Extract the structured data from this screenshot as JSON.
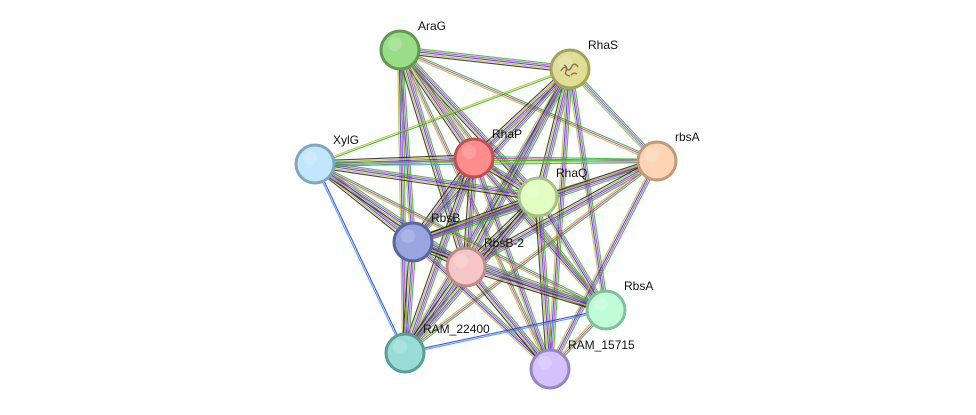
{
  "network": {
    "nodes": [
      {
        "id": "AraG",
        "label": "AraG",
        "fill": "#99dd88",
        "stroke": "#5f9a50"
      },
      {
        "id": "RhaS",
        "label": "RhaS",
        "fill": "#dede95",
        "stroke": "#a3a35a",
        "has_structure": true
      },
      {
        "id": "RhaP",
        "label": "RhaP",
        "fill": "#ff8c8c",
        "stroke": "#c05050"
      },
      {
        "id": "XylG",
        "label": "XylG",
        "fill": "#c2e6fb",
        "stroke": "#7fa6c2"
      },
      {
        "id": "rbsA",
        "label": "rbsA",
        "fill": "#fdd5b5",
        "stroke": "#c39a78"
      },
      {
        "id": "RhaQ",
        "label": "RhaQ",
        "fill": "#e2fdc0",
        "stroke": "#a5c284"
      },
      {
        "id": "RbsB",
        "label": "RbsB",
        "fill": "#9aa4de",
        "stroke": "#5a64a0"
      },
      {
        "id": "RbsB-2",
        "label": "RbsB-2",
        "fill": "#f6c6c6",
        "stroke": "#c08a8a"
      },
      {
        "id": "RbsA",
        "label": "RbsA",
        "fill": "#c0fcd7",
        "stroke": "#80c09a"
      },
      {
        "id": "RAM_22400",
        "label": "RAM_22400",
        "fill": "#97ddd5",
        "stroke": "#5a9e96"
      },
      {
        "id": "RAM_15715",
        "label": "RAM_15715",
        "fill": "#d3c2fc",
        "stroke": "#9585c0"
      }
    ],
    "edges": [
      {
        "source": "AraG",
        "target": "RhaS",
        "colors": [
          "#22bb22",
          "#cc33cc",
          "#3333dd",
          "#bbbb22",
          "#222222"
        ]
      },
      {
        "source": "AraG",
        "target": "RhaP",
        "colors": [
          "#22bb22",
          "#cc33cc",
          "#3333dd",
          "#bbbb22",
          "#222222"
        ]
      },
      {
        "source": "AraG",
        "target": "RhaQ",
        "colors": [
          "#22bb22",
          "#cc33cc",
          "#3333dd",
          "#bbbb22",
          "#222222"
        ]
      },
      {
        "source": "AraG",
        "target": "RbsB",
        "colors": [
          "#22bb22",
          "#cc33cc",
          "#3333dd",
          "#bbbb22"
        ]
      },
      {
        "source": "AraG",
        "target": "RbsB-2",
        "colors": [
          "#22bb22",
          "#cc33cc",
          "#3333dd",
          "#bbbb22",
          "#222222"
        ]
      },
      {
        "source": "AraG",
        "target": "RAM_22400",
        "colors": [
          "#22bb22",
          "#cc33cc",
          "#3333dd",
          "#bbbb22"
        ]
      },
      {
        "source": "AraG",
        "target": "rbsA",
        "colors": [
          "#22bb22",
          "#cc33cc",
          "#bbbb22"
        ]
      },
      {
        "source": "AraG",
        "target": "RbsA",
        "colors": [
          "#22bb22",
          "#cc33cc",
          "#bbbb22"
        ]
      },
      {
        "source": "AraG",
        "target": "RAM_15715",
        "colors": [
          "#22bb22",
          "#cc33cc",
          "#bbbb22"
        ]
      },
      {
        "source": "RhaS",
        "target": "RhaP",
        "colors": [
          "#22bb22",
          "#cc33cc",
          "#3333dd",
          "#bbbb22",
          "#222222"
        ]
      },
      {
        "source": "RhaS",
        "target": "RhaQ",
        "colors": [
          "#22bb22",
          "#cc33cc",
          "#3333dd",
          "#bbbb22",
          "#222222"
        ]
      },
      {
        "source": "RhaS",
        "target": "XylG",
        "colors": [
          "#22bb22",
          "#bbbb22"
        ]
      },
      {
        "source": "RhaS",
        "target": "rbsA",
        "colors": [
          "#22bb22",
          "#cc33cc",
          "#3399dd",
          "#bbbb22"
        ]
      },
      {
        "source": "RhaS",
        "target": "RbsB",
        "colors": [
          "#22bb22",
          "#cc33cc",
          "#3333dd",
          "#bbbb22"
        ]
      },
      {
        "source": "RhaS",
        "target": "RbsB-2",
        "colors": [
          "#22bb22",
          "#cc33cc",
          "#3333dd",
          "#bbbb22",
          "#222222"
        ]
      },
      {
        "source": "RhaS",
        "target": "RbsA",
        "colors": [
          "#22bb22",
          "#cc33cc",
          "#3333dd",
          "#bbbb22"
        ]
      },
      {
        "source": "RhaS",
        "target": "RAM_22400",
        "colors": [
          "#22bb22",
          "#cc33cc",
          "#3333dd",
          "#bbbb22"
        ]
      },
      {
        "source": "RhaS",
        "target": "RAM_15715",
        "colors": [
          "#22bb22",
          "#cc33cc",
          "#3333dd",
          "#bbbb22"
        ]
      },
      {
        "source": "RhaP",
        "target": "XylG",
        "colors": [
          "#22bb22",
          "#cc33cc",
          "#3333dd",
          "#bbbb22",
          "#222222"
        ]
      },
      {
        "source": "RhaP",
        "target": "RhaQ",
        "colors": [
          "#22bb22",
          "#cc33cc",
          "#3333dd",
          "#bbbb22",
          "#222222"
        ]
      },
      {
        "source": "RhaP",
        "target": "rbsA",
        "colors": [
          "#22bb22",
          "#cc33cc",
          "#bbbb22"
        ]
      },
      {
        "source": "RhaP",
        "target": "RbsB",
        "colors": [
          "#22bb22",
          "#cc33cc",
          "#3333dd",
          "#bbbb22",
          "#222222"
        ]
      },
      {
        "source": "RhaP",
        "target": "RbsB-2",
        "colors": [
          "#22bb22",
          "#cc33cc",
          "#3333dd",
          "#bbbb22",
          "#222222"
        ]
      },
      {
        "source": "RhaP",
        "target": "RbsA",
        "colors": [
          "#22bb22",
          "#cc33cc",
          "#3333dd",
          "#bbbb22"
        ]
      },
      {
        "source": "RhaP",
        "target": "RAM_22400",
        "colors": [
          "#22bb22",
          "#cc33cc",
          "#3333dd",
          "#bbbb22",
          "#222222"
        ]
      },
      {
        "source": "RhaP",
        "target": "RAM_15715",
        "colors": [
          "#22bb22",
          "#cc33cc",
          "#3333dd",
          "#bbbb22"
        ]
      },
      {
        "source": "XylG",
        "target": "rbsA",
        "colors": [
          "#22bb22",
          "#bbbb22",
          "#3399dd"
        ]
      },
      {
        "source": "XylG",
        "target": "RhaQ",
        "colors": [
          "#22bb22",
          "#cc33cc",
          "#3333dd",
          "#bbbb22",
          "#222222"
        ]
      },
      {
        "source": "XylG",
        "target": "RbsB",
        "colors": [
          "#22bb22",
          "#cc33cc",
          "#3333dd",
          "#bbbb22",
          "#222222"
        ]
      },
      {
        "source": "XylG",
        "target": "RbsB-2",
        "colors": [
          "#22bb22",
          "#cc33cc",
          "#3333dd",
          "#bbbb22",
          "#222222"
        ]
      },
      {
        "source": "XylG",
        "target": "RAM_22400",
        "colors": [
          "#3333dd",
          "#3399dd"
        ]
      },
      {
        "source": "XylG",
        "target": "RbsA",
        "colors": [
          "#22bb22",
          "#cc33cc",
          "#bbbb22"
        ]
      },
      {
        "source": "rbsA",
        "target": "RhaQ",
        "colors": [
          "#22bb22",
          "#cc33cc",
          "#bbbb22"
        ]
      },
      {
        "source": "rbsA",
        "target": "RbsB",
        "colors": [
          "#22bb22",
          "#cc33cc",
          "#3333dd",
          "#bbbb22",
          "#222222"
        ]
      },
      {
        "source": "rbsA",
        "target": "RbsB-2",
        "colors": [
          "#22bb22",
          "#cc33cc",
          "#3333dd",
          "#bbbb22",
          "#222222"
        ]
      },
      {
        "source": "rbsA",
        "target": "RAM_22400",
        "colors": [
          "#22bb22",
          "#cc33cc",
          "#bbbb22"
        ]
      },
      {
        "source": "rbsA",
        "target": "RAM_15715",
        "colors": [
          "#22bb22",
          "#cc33cc",
          "#3333dd",
          "#bbbb22"
        ]
      },
      {
        "source": "RhaQ",
        "target": "RbsB",
        "colors": [
          "#22bb22",
          "#cc33cc",
          "#3333dd",
          "#bbbb22",
          "#222222"
        ]
      },
      {
        "source": "RhaQ",
        "target": "RbsB-2",
        "colors": [
          "#22bb22",
          "#cc33cc",
          "#3333dd",
          "#bbbb22",
          "#222222"
        ]
      },
      {
        "source": "RhaQ",
        "target": "RbsA",
        "colors": [
          "#22bb22",
          "#cc33cc",
          "#3333dd",
          "#bbbb22"
        ]
      },
      {
        "source": "RhaQ",
        "target": "RAM_22400",
        "colors": [
          "#22bb22",
          "#cc33cc",
          "#3333dd",
          "#bbbb22",
          "#222222"
        ]
      },
      {
        "source": "RhaQ",
        "target": "RAM_15715",
        "colors": [
          "#22bb22",
          "#cc33cc",
          "#3333dd",
          "#bbbb22",
          "#222222"
        ]
      },
      {
        "source": "RbsB",
        "target": "RbsB-2",
        "colors": [
          "#22bb22",
          "#cc33cc",
          "#3333dd",
          "#bbbb22",
          "#222222"
        ]
      },
      {
        "source": "RbsB",
        "target": "RbsA",
        "colors": [
          "#22bb22",
          "#cc33cc",
          "#3333dd",
          "#bbbb22",
          "#222222"
        ]
      },
      {
        "source": "RbsB",
        "target": "RAM_22400",
        "colors": [
          "#22bb22",
          "#cc33cc",
          "#3333dd",
          "#bbbb22",
          "#222222"
        ]
      },
      {
        "source": "RbsB",
        "target": "RAM_15715",
        "colors": [
          "#22bb22",
          "#cc33cc",
          "#3333dd",
          "#bbbb22"
        ]
      },
      {
        "source": "RbsB-2",
        "target": "RbsA",
        "colors": [
          "#22bb22",
          "#cc33cc",
          "#3333dd",
          "#bbbb22",
          "#222222"
        ]
      },
      {
        "source": "RbsB-2",
        "target": "RAM_22400",
        "colors": [
          "#22bb22",
          "#cc33cc",
          "#3333dd",
          "#bbbb22",
          "#222222"
        ]
      },
      {
        "source": "RbsB-2",
        "target": "RAM_15715",
        "colors": [
          "#22bb22",
          "#cc33cc",
          "#3333dd",
          "#bbbb22",
          "#222222"
        ]
      },
      {
        "source": "RbsA",
        "target": "RAM_22400",
        "colors": [
          "#3399dd",
          "#3333dd"
        ]
      },
      {
        "source": "RbsA",
        "target": "RAM_15715",
        "colors": [
          "#22bb22",
          "#cc33cc",
          "#bbbb22"
        ]
      }
    ]
  }
}
